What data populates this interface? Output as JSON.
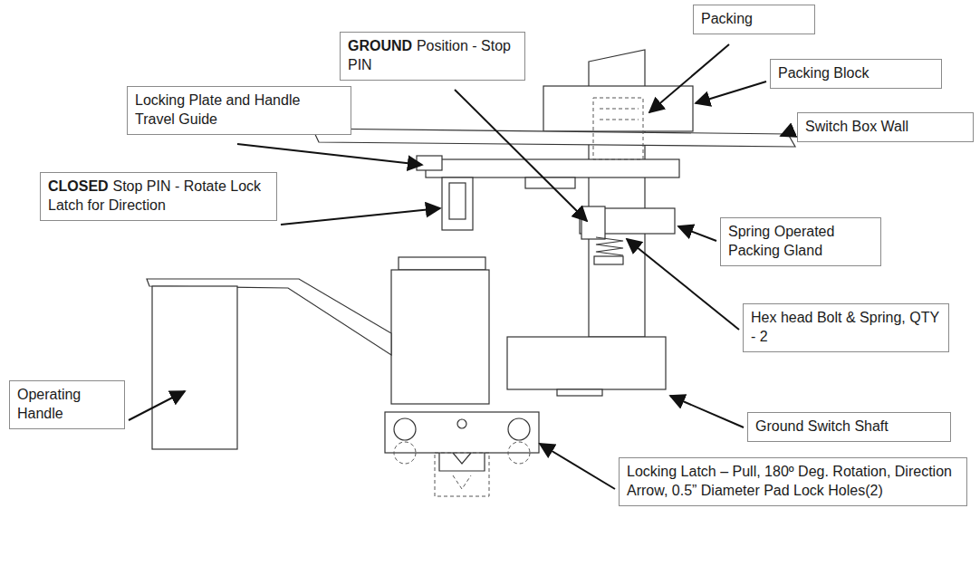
{
  "diagram": {
    "nodes": [
      {
        "text": [
          "GROUND",
          "Position - Stop PIN"
        ]
      },
      {
        "text": [
          "Packing"
        ]
      },
      {
        "text": [
          "Packing Block"
        ]
      },
      {
        "text": [
          "Locking Plate and Handle Travel Guide"
        ]
      },
      {
        "text": [
          "Switch Box  Wall"
        ]
      },
      {
        "text": [
          "CLOSED",
          "Stop PIN - Rotate Lock Latch for Direction"
        ]
      },
      {
        "text": [
          "Spring Operated Packing Gland"
        ]
      },
      {
        "text": [
          "Hex head Bolt & Spring, QTY - 2"
        ]
      },
      {
        "text": [
          "Operating Handle"
        ]
      },
      {
        "text": [
          "Ground Switch Shaft"
        ]
      },
      {
        "text": [
          "Locking Latch – Pull, 180º Deg. Rotation, Direction Arrow, 0.5” Diameter Pad Lock Holes(2)"
        ]
      }
    ]
  }
}
